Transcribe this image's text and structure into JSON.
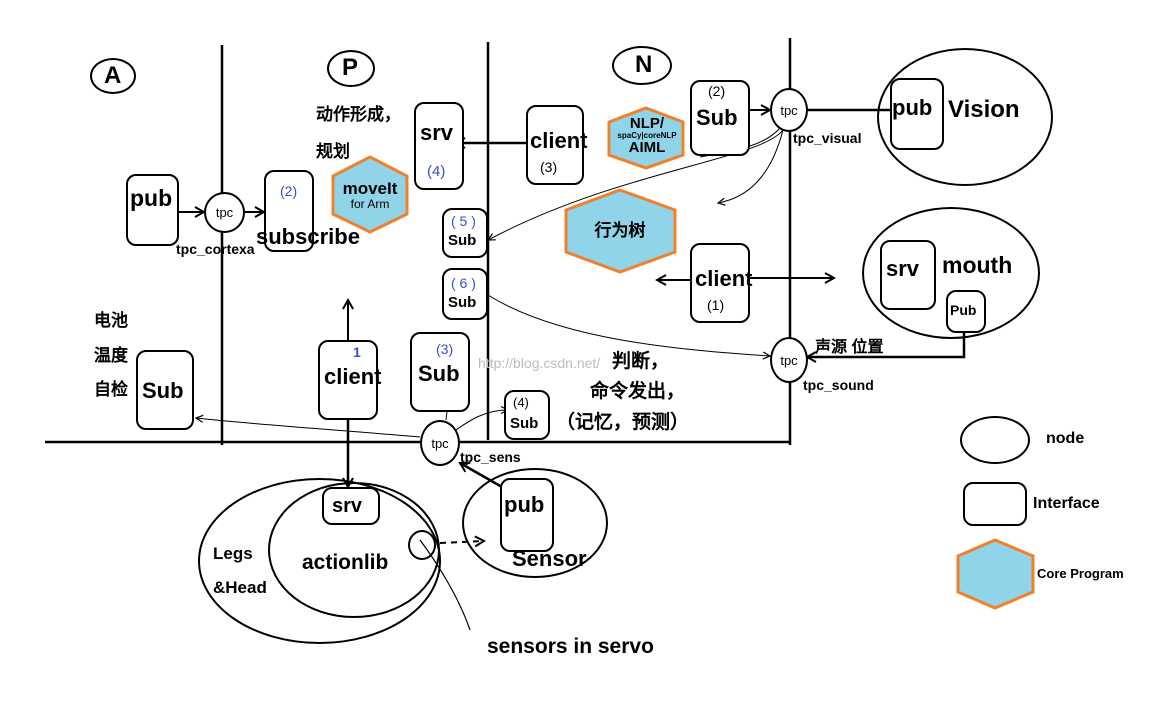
{
  "sections": {
    "a": "A",
    "p": "P",
    "n": "N"
  },
  "cortex": {
    "pub": "pub",
    "tpc": "tpc",
    "tpc_name": "tpc_cortexa",
    "subscribe_num": "(2)",
    "subscribe": "subscribe"
  },
  "planning": {
    "note_line1": "动作形成，",
    "note_line2": "规划",
    "srv": "srv",
    "srv_num": "(4)",
    "moveit": "moveIt",
    "moveit_sub": "for Arm",
    "sub5_num": "( 5 )",
    "sub5": "Sub",
    "sub6_num": "( 6 )",
    "sub6": "Sub",
    "client1_num": "1",
    "client1": "client",
    "sub3_num": "(3)",
    "sub3": "Sub"
  },
  "battery": {
    "line1": "电池",
    "line2": "温度",
    "line3": "自检",
    "sub": "Sub"
  },
  "nlp": {
    "client3": "client",
    "client3_num": "(3)",
    "hex_line1": "NLP/",
    "hex_line2": "spaCy|coreNLP",
    "hex_line3": "AIML",
    "sub2_num": "(2)",
    "sub2": "Sub"
  },
  "behavior_tree": "行为树",
  "client_mouth": {
    "label": "client",
    "num": "(1)"
  },
  "decision": {
    "line1": "判断，",
    "line2": "命令发出，",
    "line3": "（记忆，预测）"
  },
  "watermark": "http://blog.csdn.net/",
  "sens": {
    "sub4_num": "(4)",
    "sub4": "Sub",
    "tpc": "tpc",
    "tpc_name": "tpc_sens"
  },
  "vision": {
    "tpc": "tpc",
    "tpc_name": "tpc_visual",
    "pub": "pub",
    "label": "Vision"
  },
  "mouth": {
    "srv": "srv",
    "label": "mouth",
    "pub": "Pub"
  },
  "sound": {
    "tpc": "tpc",
    "tpc_name": "tpc_sound",
    "label": "声源 位置"
  },
  "legs": {
    "srv": "srv",
    "actionlib": "actionlib",
    "label1": "Legs",
    "label2": "&Head",
    "pub": "pub",
    "sensor": "Sensor",
    "servo": "sensors in servo"
  },
  "legend": {
    "node": "node",
    "interface": "Interface",
    "core": "Core Program"
  },
  "colors": {
    "hex_fill": "#8fd4e8",
    "hex_stroke": "#f0802a",
    "number_blue": "#3a4fc4"
  }
}
